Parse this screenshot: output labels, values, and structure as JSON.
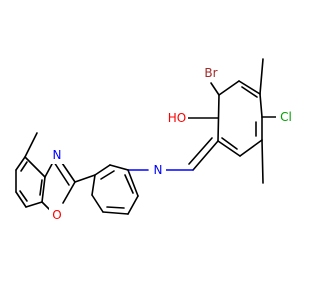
{
  "molecule": {
    "atoms": {
      "br": {
        "symbol": "Br",
        "color": "#a52a2a"
      },
      "oh": {
        "symbol": "HO",
        "color": "#ff0000"
      },
      "cl": {
        "symbol": "Cl",
        "color": "#00a000"
      },
      "n_imine": {
        "symbol": "N",
        "color": "#0000ff"
      },
      "n_oxazole": {
        "symbol": "N",
        "color": "#0000ff"
      },
      "o_oxazole": {
        "symbol": "O",
        "color": "#ff0000"
      }
    },
    "colors": {
      "bond": "#000000",
      "nitrogen": "#0000ff",
      "oxygen": "#ff0000",
      "bromine": "#a52a2a",
      "chlorine": "#00a000"
    }
  }
}
